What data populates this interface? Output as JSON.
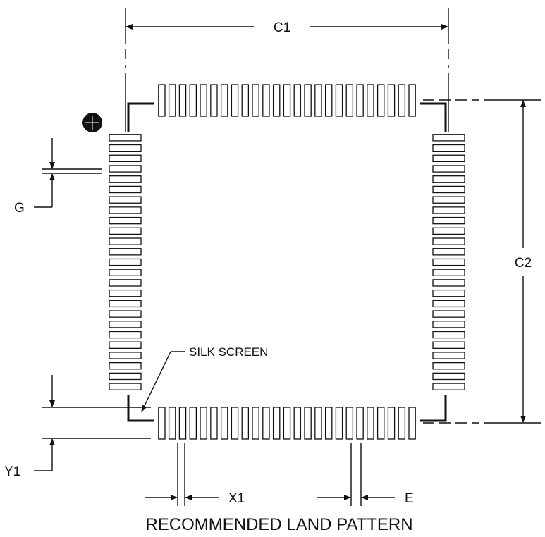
{
  "labels": {
    "c1": "C1",
    "c2": "C2",
    "g": "G",
    "y1": "Y1",
    "x1": "X1",
    "e": "E",
    "silk": "SILK SCREEN"
  },
  "title": "RECOMMENDED LAND PATTERN",
  "pattern": {
    "pads_per_side": 25
  },
  "colors": {
    "ink": "#111111",
    "background": "#ffffff"
  }
}
